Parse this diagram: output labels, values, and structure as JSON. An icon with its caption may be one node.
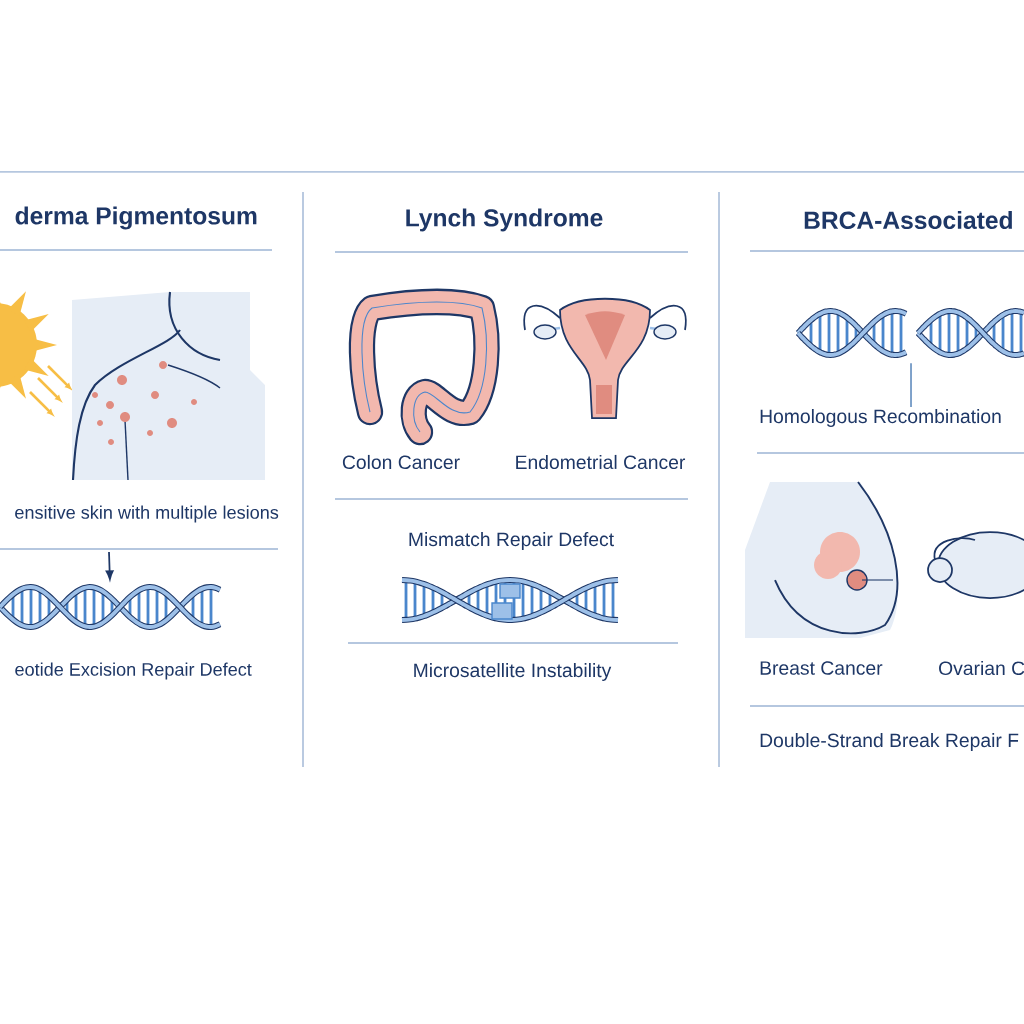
{
  "diagram": {
    "nodes": [
      {
        "text": [],
        "shape": "picture"
      },
      {
        "text": [
          "Homologous Recombination"
        ]
      },
      {
        "text": [],
        "shape": "picture"
      }
    ],
    "edges": [
      {
        "from": null,
        "to": 0,
        "arrow": "to"
      },
      {
        "from": 1,
        "to": 2,
        "arrow": "none",
        "color": "#6f96c4"
      }
    ],
    "labels": [
      "derma Pigmentosum",
      "Lynch Syndrome",
      "BRCA-Associated",
      "ensitive skin with multiple lesions",
      "Colon Cancer",
      "Endometrial Cancer",
      "Mismatch Repair Defect",
      "eotide Excision Repair Defect",
      "Microsatellite Instability",
      "Breast Cancer",
      "Ovarian C",
      "Double-Strand Break Repair F"
    ]
  }
}
